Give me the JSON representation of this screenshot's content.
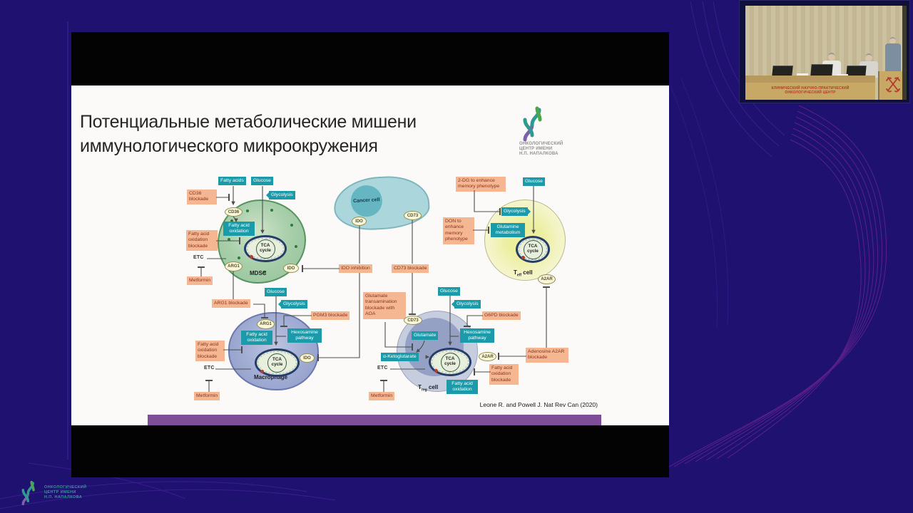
{
  "slide": {
    "title_line1": "Потенциальные метаболические мишени",
    "title_line2": "иммунологического микроокружения",
    "citation": "Leone R. and Powell J. Nat Rev Can (2020)",
    "logo": {
      "line1": "ОНКОЛОГИЧЕСКИЙ",
      "line2": "ЦЕНТР ИМЕНИ",
      "line3": "Н.П. НАПАЛКОВА"
    }
  },
  "diagram": {
    "cells": {
      "mdsc": "MDSC",
      "macrophage": "Macrophage",
      "cancer": "Cancer cell",
      "t": "T",
      "eff": "eff",
      "reg": "reg",
      "cell_word": "cell",
      "tca": "TCA cycle",
      "etc": "ETC"
    },
    "metabolism": {
      "fatty_acids": "Fatty acids",
      "glucose": "Glucose",
      "glycolysis": "Glycolysis",
      "fatty_acid_oxidation": "Fatty acid oxidation",
      "glutamine_metabolism": "Glutamine metabolism",
      "hexosamine_pathway": "Hexosamine pathway",
      "glutamate": "Glutamate",
      "alpha_ketoglutarate": "α-Ketoglutarate"
    },
    "receptors": {
      "cd36": "CD36",
      "arg1": "ARG1",
      "ido": "IDO",
      "cd73": "CD73",
      "a2ar": "A2AR"
    },
    "interventions": {
      "cd36_blockade": "CD36 blockade",
      "fao_blockade": "Fatty acid oxidation blockade",
      "metformin": "Metformin",
      "arg1_blockade": "ARG1 blockade",
      "pgm3_blockade": "PGM3 blockade",
      "ido_inhibition": "IDO inhibition",
      "cd73_blockade": "CD73 blockade",
      "glutamate_transamination": "Glutamate transamination blockade with AOA",
      "g6pd_blockade": "G6PD blockade",
      "dg2": "2-DG to enhance memory phenotype",
      "don": "DON to enhance memory phenotype",
      "adenosine_a2ar": "Adenosine A2AR blockade"
    }
  },
  "webcam": {
    "banner_line1": "КЛИНИЧЕСКИЙ НАУЧНО-ПРАКТИЧЕСКИЙ",
    "banner_line2": "ОНКОЛОГИЧЕСКИЙ ЦЕНТР"
  },
  "footer_logo": {
    "line1": "ОНКОЛОГИЧЕСКИЙ",
    "line2": "ЦЕНТР ИМЕНИ",
    "line3": "Н.П. НАПАЛКОВА"
  },
  "colors": {
    "background": "#1f1170",
    "pathway_teal": "#1b9aa9",
    "intervention_orange": "#f4b791",
    "accent_purple_bar": "#7d4f98",
    "banner_red": "#b33a2a"
  }
}
